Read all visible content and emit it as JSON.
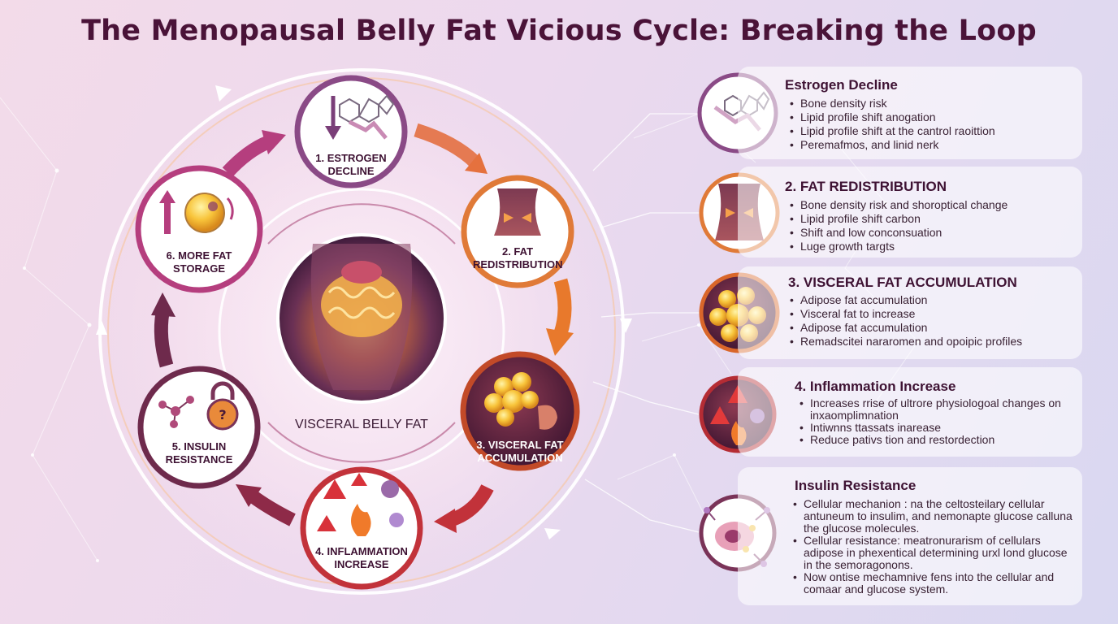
{
  "title": "The Menopausal Belly Fat Vicious Cycle: Breaking the Loop",
  "cycle": {
    "center_label": "VISCERAL BELLY FAT",
    "steps": [
      {
        "label": "1. ESTROGEN DECLINE",
        "color": "#8a4a86",
        "icon": "estrogen-molecule-down-arrow-icon"
      },
      {
        "label": "2. FAT REDISTRIBUTION",
        "color": "#e07a38",
        "icon": "torso-fat-redistribution-icon"
      },
      {
        "label": "3. VISCERAL FAT ACCUMULATION",
        "color": "#c24a28",
        "icon": "fat-cells-organ-icon"
      },
      {
        "label": "4. INFLAMMATION INCREASE",
        "color": "#c2323a",
        "icon": "inflammation-warning-fire-icon"
      },
      {
        "label": "5. INSULIN RESISTANCE",
        "color": "#6e2a4c",
        "icon": "insulin-lock-molecule-icon"
      },
      {
        "label": "6. MORE FAT STORAGE",
        "color": "#b53e7e",
        "icon": "fat-cell-up-arrow-icon"
      }
    ]
  },
  "panels": [
    {
      "title": "Estrogen Decline",
      "icon": "estrogen-molecule-icon",
      "color": "#8a4a86",
      "items": [
        "Bone density risk",
        "Lipid profile shift anogation",
        "Lipid profile shift at the cantrol raoittion",
        "Peremafmos, and linid nerk"
      ]
    },
    {
      "title": "2. FAT REDISTRIBUTION",
      "icon": "torso-icon",
      "color": "#e07a38",
      "items": [
        "Bone density risk and shoroptical change",
        "Lipid profile shift carbon",
        "Shift and low conconsuation",
        "Luge growth targts"
      ]
    },
    {
      "title": "3. VISCERAL FAT ACCUMULATION",
      "icon": "fat-cells-icon",
      "color": "#d9662a",
      "items": [
        "Adipose fat accumulation",
        "Visceral fat to increase",
        "Adipose fat accumulation",
        "Remadscitei nararomen and opoipic profiles"
      ]
    },
    {
      "title": "4. Inflammation Increase",
      "icon": "inflammation-icon",
      "color": "#b52c34",
      "items": [
        "Increases rrise of ultrore physiologoal changes on inxaomplimnation",
        "Intiwnns ttassats inarease",
        "Reduce pativs tion and restordection"
      ]
    },
    {
      "title": "Insulin Resistance",
      "icon": "insulin-receptor-cell-icon",
      "color": "#7a3358",
      "items": [
        "Cellular mechanion : na the celtosteilary cellular antuneum to insulim, and nemonapte glucose calluna the glucose molecules.",
        "Cellular resistance: meatronurarism of cellulars adipose in phexentical determining urxl lond glucose in the semoragonons.",
        "Now ontise mechamnive fens into the cellular and comaar and glucose system."
      ]
    }
  ]
}
